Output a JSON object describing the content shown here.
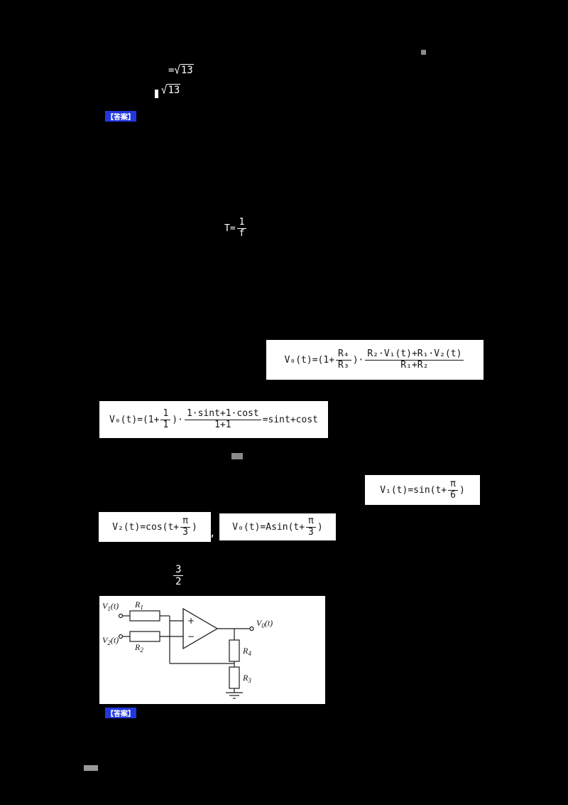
{
  "colors": {
    "background": "#000000",
    "formula_box_bg": "#ffffff",
    "formula_text": "#141414",
    "inverted_formula_text": "#ffffff",
    "badge_bg": "#2237e0",
    "badge_text": "#ffffff"
  },
  "badges": {
    "answer_1": "【答案】",
    "answer_2": "【答案】"
  },
  "formulas": {
    "sqrt13_a": {
      "prefix": "=",
      "radical_sign": "√",
      "radicand": "13"
    },
    "sqrt13_b": {
      "radical_sign": "√",
      "radicand": "13"
    },
    "period": {
      "lead": "T=",
      "numerator": "1",
      "denominator": "f"
    },
    "v0_general": {
      "part1": "V₀(t)=(1+",
      "frac1_num": "R₄",
      "frac1_den": "R₃",
      "part2": ")·",
      "frac2_num": "R₂·V₁(t)+R₁·V₂(t)",
      "frac2_den": "R₁+R₂"
    },
    "v0_unit": {
      "part1": "V₀(t)=(1+",
      "frac1_num": "1",
      "frac1_den": "1",
      "part2": ")·",
      "frac2_num": "1·sint+1·cost",
      "frac2_den": "1+1",
      "part3": "=sint+cost"
    },
    "v1_input": {
      "part1": "V₁(t)=sin(t+",
      "frac_num": "π",
      "frac_den": "6",
      "part2": ")"
    },
    "v2_input": {
      "part1": "V₂(t)=cos(t+",
      "frac_num": "π",
      "frac_den": "3",
      "part2": ")"
    },
    "v0_result": {
      "part1": "V₀(t)=Asin(t+",
      "frac_num": "π",
      "frac_den": "3",
      "part2": ")"
    },
    "three_halves": {
      "numerator": "3",
      "denominator": "2"
    }
  },
  "punctuation": {
    "comma_1": ",",
    "comma_2": ","
  },
  "circuit": {
    "labels": {
      "v1": {
        "base": "V",
        "sub": "1",
        "rest": "(t)"
      },
      "v2": {
        "base": "V",
        "sub": "2",
        "rest": "(t)"
      },
      "v0": {
        "base": "V",
        "sub": "0",
        "rest": "(t)"
      },
      "r1": {
        "base": "R",
        "sub": "1"
      },
      "r2": {
        "base": "R",
        "sub": "2"
      },
      "r4": {
        "base": "R",
        "sub": "4"
      },
      "r3": {
        "base": "R",
        "sub": "3"
      },
      "opamp_plus": "+",
      "opamp_minus": "−"
    }
  }
}
